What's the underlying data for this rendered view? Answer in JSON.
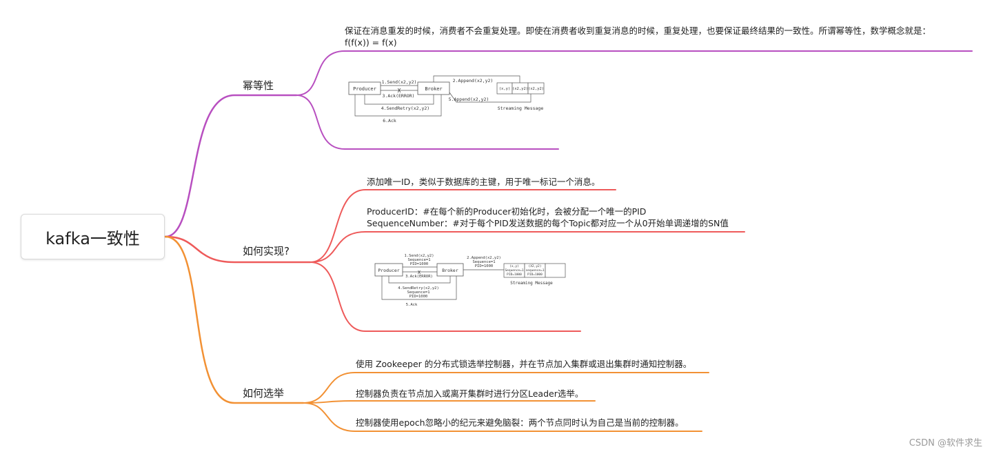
{
  "root": {
    "title": "kafka一致性"
  },
  "branches": [
    {
      "label": "幂等性",
      "color": "#b84fc0",
      "leaves": [
        {
          "lines": [
            "保证在消息重发的时候，消费者不会重复处理。即使在消费者收到重复消息的时候，重复处理，也要保证最终结果的一致性。所谓幂等性，数学概念就是：",
            "f(f(x)) = f(x)"
          ]
        }
      ],
      "figure": {
        "producer": "Producer",
        "broker": "Broker",
        "send": "1.Send(x2,y2)",
        "ack_error": "3.Ack(ERROR)",
        "retry": "4.SendRetry(x2,y2)",
        "ack": "6.Ack",
        "append1": "2.Append(x2,y2)",
        "append2": "5.Append(x2,y2)",
        "cells": [
          "(x,y)",
          "(x2,y2)",
          "(x2,y2)"
        ],
        "caption": "Streaming Message"
      }
    },
    {
      "label": "如何实现?",
      "color": "#ee5a5a",
      "leaves": [
        {
          "lines": [
            "添加唯一ID，类似于数据库的主键，用于唯一标记一个消息。"
          ]
        },
        {
          "lines": [
            "ProducerID：#在每个新的Producer初始化时，会被分配一个唯一的PID",
            "SequenceNumber：#对于每个PID发送数据的每个Topic都对应一个从0开始单调递增的SN值"
          ]
        }
      ],
      "figure": {
        "producer": "Producer",
        "broker": "Broker",
        "send": [
          "1.Send(x2,y2)",
          "Sequence=1",
          "PID=1000"
        ],
        "ack_error": "3.Ack(ERROR)",
        "retry": [
          "4.SendRetry(x2,y2)",
          "Sequence=1",
          "PID=1000"
        ],
        "ack": "5.Ack",
        "append": [
          "2.Append(x2,y2)",
          "Sequence=1",
          "PID=1000"
        ],
        "cells": [
          [
            "(x,y)",
            "Sequence=1",
            "PID=1000"
          ],
          [
            "(X2,y2)",
            "sequence=1",
            "PID=1000"
          ]
        ],
        "caption": "Streaming Message"
      }
    },
    {
      "label": "如何选举",
      "color": "#f29134",
      "leaves": [
        {
          "lines": [
            "使用 Zookeeper 的分布式锁选举控制器，并在节点加入集群或退出集群时通知控制器。"
          ]
        },
        {
          "lines": [
            "控制器负责在节点加入或离开集群时进行分区Leader选举。"
          ]
        },
        {
          "lines": [
            "控制器使用epoch忽略小的纪元来避免脑裂：两个节点同时认为自己是当前的控制器。"
          ]
        }
      ]
    }
  ],
  "watermark": "CSDN @软件求生"
}
